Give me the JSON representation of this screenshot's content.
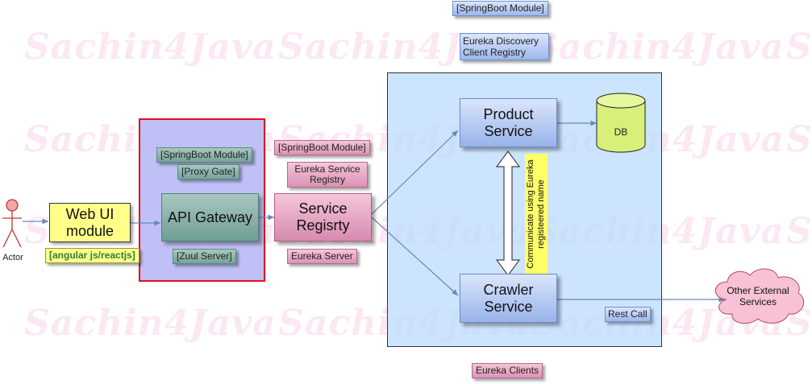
{
  "diagram": {
    "watermark": "Sachin4Java",
    "actor": {
      "label": "Actor"
    },
    "web_ui": {
      "title": "Web UI module",
      "tag": "[angular js/reactjs]"
    },
    "gateway": {
      "title": "API Gateway",
      "tag_springboot": "[SpringBoot Module]",
      "tag_proxy": "[Proxy Gate]",
      "tag_zuul": "[Zuul Server]"
    },
    "registry": {
      "title": "Service Regisrty",
      "tag_springboot": "[SpringBoot Module]",
      "tag_eureka_registry": "Eureka Service Registry",
      "tag_eureka_server": "Eureka Server"
    },
    "top_tags": {
      "springboot": "[SpringBoot Module]",
      "eureka_client": "Eureka Discovery Client Registry"
    },
    "product_service": {
      "title": "Product Service"
    },
    "crawler_service": {
      "title": "Crawler Service"
    },
    "db": {
      "label": "DB"
    },
    "communicate_note": "Communicate using Eureka registeered name",
    "rest_call": "Rest Call",
    "external": {
      "label": "Other External Services"
    },
    "eureka_clients": "Eureka Clients"
  },
  "colors": {
    "gateway_border": "#e0101f",
    "gateway_fill": "#c2c3f6",
    "clients_panel": "#cfe5fc",
    "web_ui_fill": "#ffff8a",
    "db_fill": "#d8f07a",
    "cloud_fill": "#f7c3d4",
    "note_fill": "#ffff66",
    "connector": "#6a87b4"
  }
}
